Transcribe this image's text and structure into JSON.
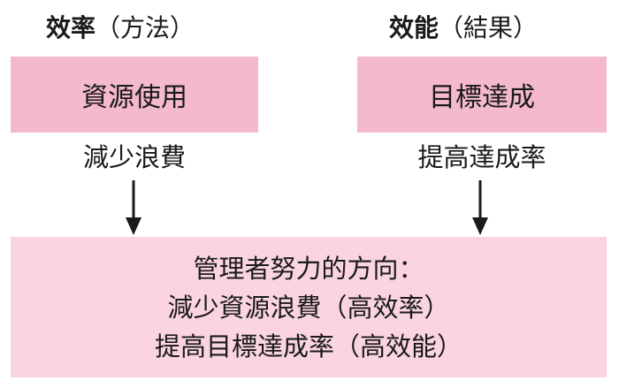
{
  "left_column": {
    "heading_main": "效率",
    "heading_sub": "（方法）",
    "box_label": "資源使用",
    "caption": "減少浪費"
  },
  "right_column": {
    "heading_main": "效能",
    "heading_sub": "（結果）",
    "box_label": "目標達成",
    "caption": "提高達成率"
  },
  "summary": {
    "line1": "管理者努力的方向：",
    "line2": "減少資源浪費（高效率）",
    "line3": "提高目標達成率（高效能）"
  },
  "colors": {
    "top_box": "#f4b8cf",
    "bottom_box": "#fad4e3",
    "arrow": "#1a1a1a"
  }
}
